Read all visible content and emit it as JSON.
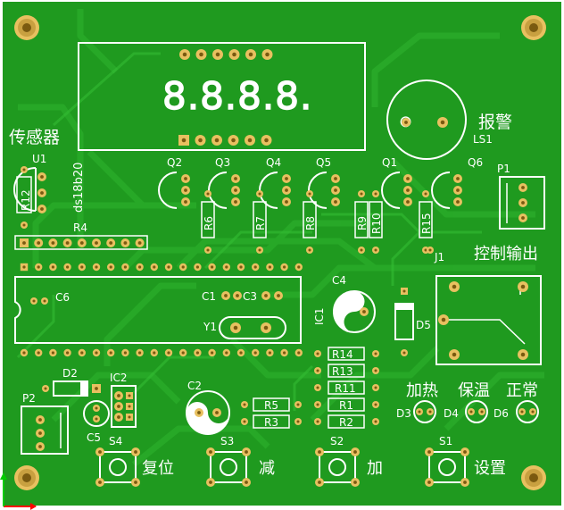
{
  "board": {
    "colors": {
      "board": "#1f9a1f",
      "trace": "#2bb32b",
      "silk": "#ffffff",
      "pad": "#e8c060",
      "hole": "#7a5a10",
      "axis_x": "#ff0000",
      "axis_y": "#00cc00"
    }
  },
  "display": {
    "digits": "8.8.8.8."
  },
  "labels": {
    "sensor": "传感器",
    "u1": "U1",
    "ds18b20": "ds18b20",
    "r12": "R12",
    "r4": "R4",
    "q2": "Q2",
    "q3": "Q3",
    "q4": "Q4",
    "q5": "Q5",
    "q1": "Q1",
    "q6": "Q6",
    "r6": "R6",
    "r7": "R7",
    "r8": "R8",
    "r9": "R9",
    "r10": "R10",
    "r15": "R15",
    "alarm": "报警",
    "ls1": "LS1",
    "p1": "P1",
    "j1": "J1",
    "control_output": "控制输出",
    "c6": "C6",
    "c1": "C1",
    "c3": "C3",
    "y1": "Y1",
    "c4": "C4",
    "ic1": "IC1",
    "d5": "D5",
    "r14": "R14",
    "r13": "R13",
    "r11": "R11",
    "r1": "R1",
    "r2": "R2",
    "r5": "R5",
    "r3": "R3",
    "d2": "D2",
    "ic2": "IC2",
    "p2": "P2",
    "c5": "C5",
    "c2": "C2",
    "heat": "加热",
    "keep_warm": "保温",
    "normal": "正常",
    "d3": "D3",
    "d4": "D4",
    "d6": "D6",
    "s4": "S4",
    "s3": "S3",
    "s2": "S2",
    "s1": "S1",
    "reset": "复位",
    "minus": "减",
    "plus": "加",
    "settings": "设置"
  }
}
